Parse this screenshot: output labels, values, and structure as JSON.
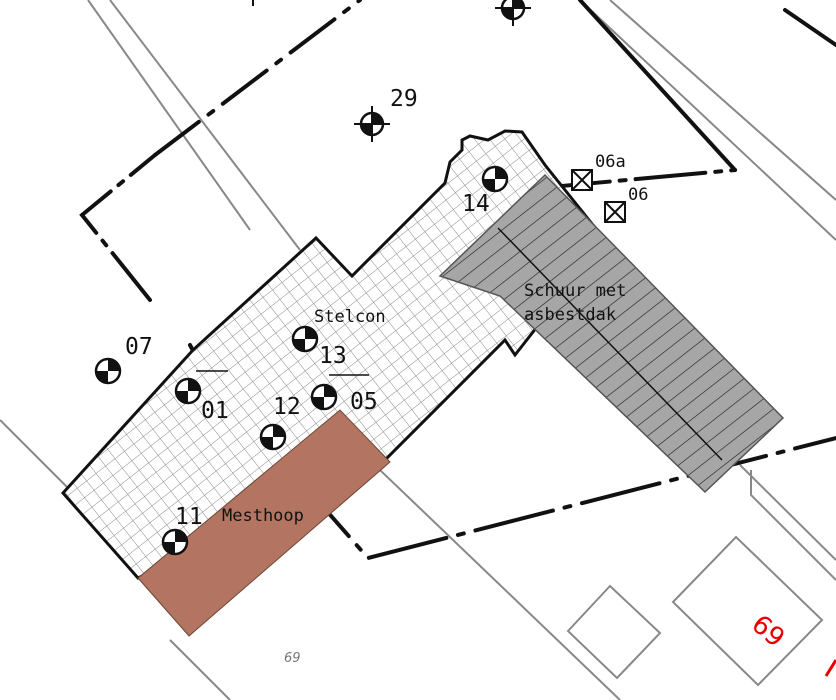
{
  "colors": {
    "manure_fill": "#b37561",
    "barn_fill": "#a6a6a6",
    "parcel_red": "#e60000",
    "line": "#111111",
    "parcel_line": "#888888"
  },
  "areas": {
    "stelcon": "Stelcon",
    "barn_line1": "Schuur met",
    "barn_line2": "asbestdak",
    "manure": "Mesthoop"
  },
  "boreholes": [
    "29",
    "14",
    "07",
    "13",
    "01",
    "12",
    "05",
    "11"
  ],
  "wells": [
    "06a",
    "06"
  ],
  "parcel": {
    "number_grey": "69",
    "number_red": "69"
  },
  "icons": {
    "borehole": "borehole-symbol-icon",
    "well": "peilbuis-crossed-square-icon"
  }
}
